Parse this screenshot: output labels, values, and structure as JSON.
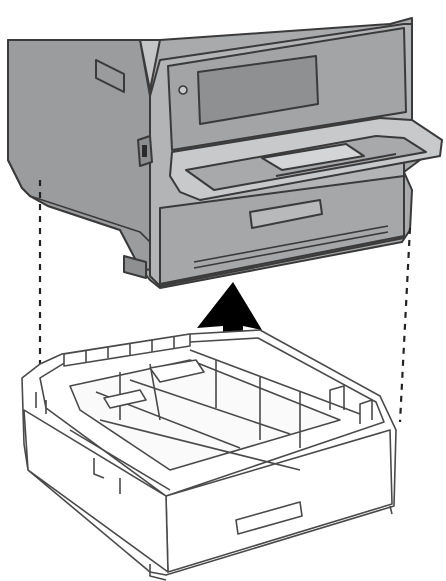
{
  "figure": {
    "subject": "printer-install-optional-paper-cassette",
    "components": [
      {
        "id": "printer",
        "fill": "#a8a9ab",
        "stroke": "#3a3a3a"
      },
      {
        "id": "paper-cassette-unit",
        "fill": "#ffffff",
        "stroke": "#4a4a4a"
      },
      {
        "id": "alignment-guides",
        "stroke": "#222222",
        "style": "dashed"
      },
      {
        "id": "lift-arrow",
        "fill": "#000000",
        "direction": "up"
      }
    ]
  }
}
